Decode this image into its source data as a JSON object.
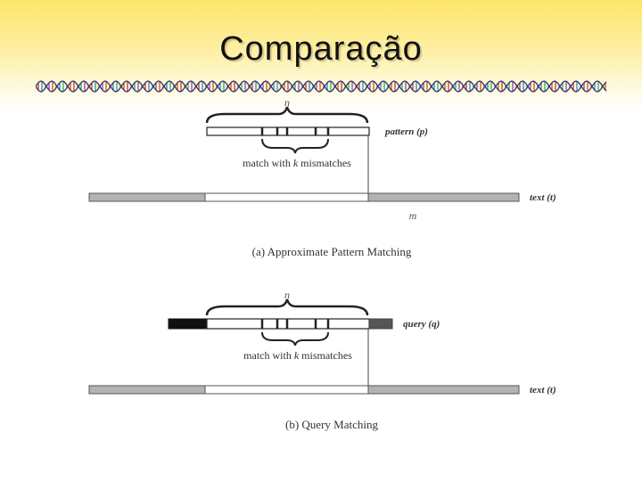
{
  "slide": {
    "title": "Comparação"
  },
  "colors": {
    "background_top": "#fde46a",
    "text_bar_gray": "#b3b3b3",
    "query_left_black": "#111111",
    "query_right_gray": "#555555"
  },
  "figure_a": {
    "pattern_length_label": "n",
    "pattern_label": "pattern (p)",
    "match_label_prefix": "match with ",
    "match_label_k": "k",
    "match_label_suffix": " mismatches",
    "text_label": "text (t)",
    "text_length_label": "m",
    "caption": "(a) Approximate Pattern Matching"
  },
  "figure_b": {
    "query_length_label": "n",
    "query_label": "query (q)",
    "match_label_prefix": "match with ",
    "match_label_k": "k",
    "match_label_suffix": " mismatches",
    "text_label": "text (t)",
    "caption": "(b) Query Matching"
  },
  "icons": {
    "dna": "dna-helix-decoration"
  }
}
